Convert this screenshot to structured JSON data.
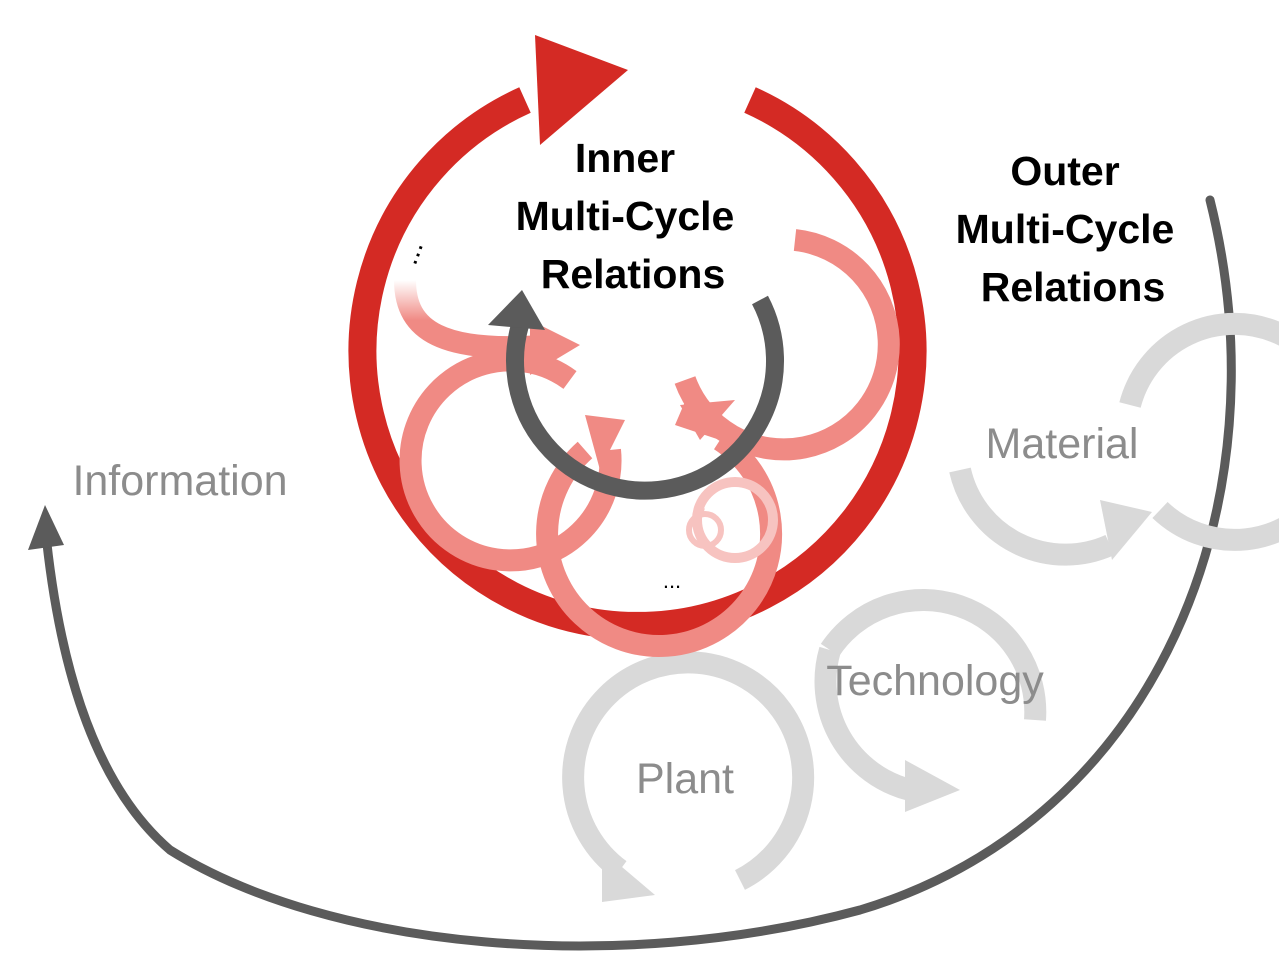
{
  "labels": {
    "inner": [
      "Inner",
      "Multi-Cycle",
      "Relations"
    ],
    "outer": [
      "Outer",
      "Multi-Cycle",
      "Relations"
    ],
    "information": "Information",
    "material": "Material",
    "technology": "Technology",
    "plant": "Plant",
    "ellipsis": "..."
  },
  "colors": {
    "inner_cycle": "#d42a24",
    "sub_cycles": "#f08a84",
    "sub_cycles_faint": "#f7c3c0",
    "central_cycle": "#5b5b5b",
    "outer_arc": "#5b5b5b",
    "domain_cycles": "#d9d9d9",
    "domain_text": "#8c8c8c"
  }
}
